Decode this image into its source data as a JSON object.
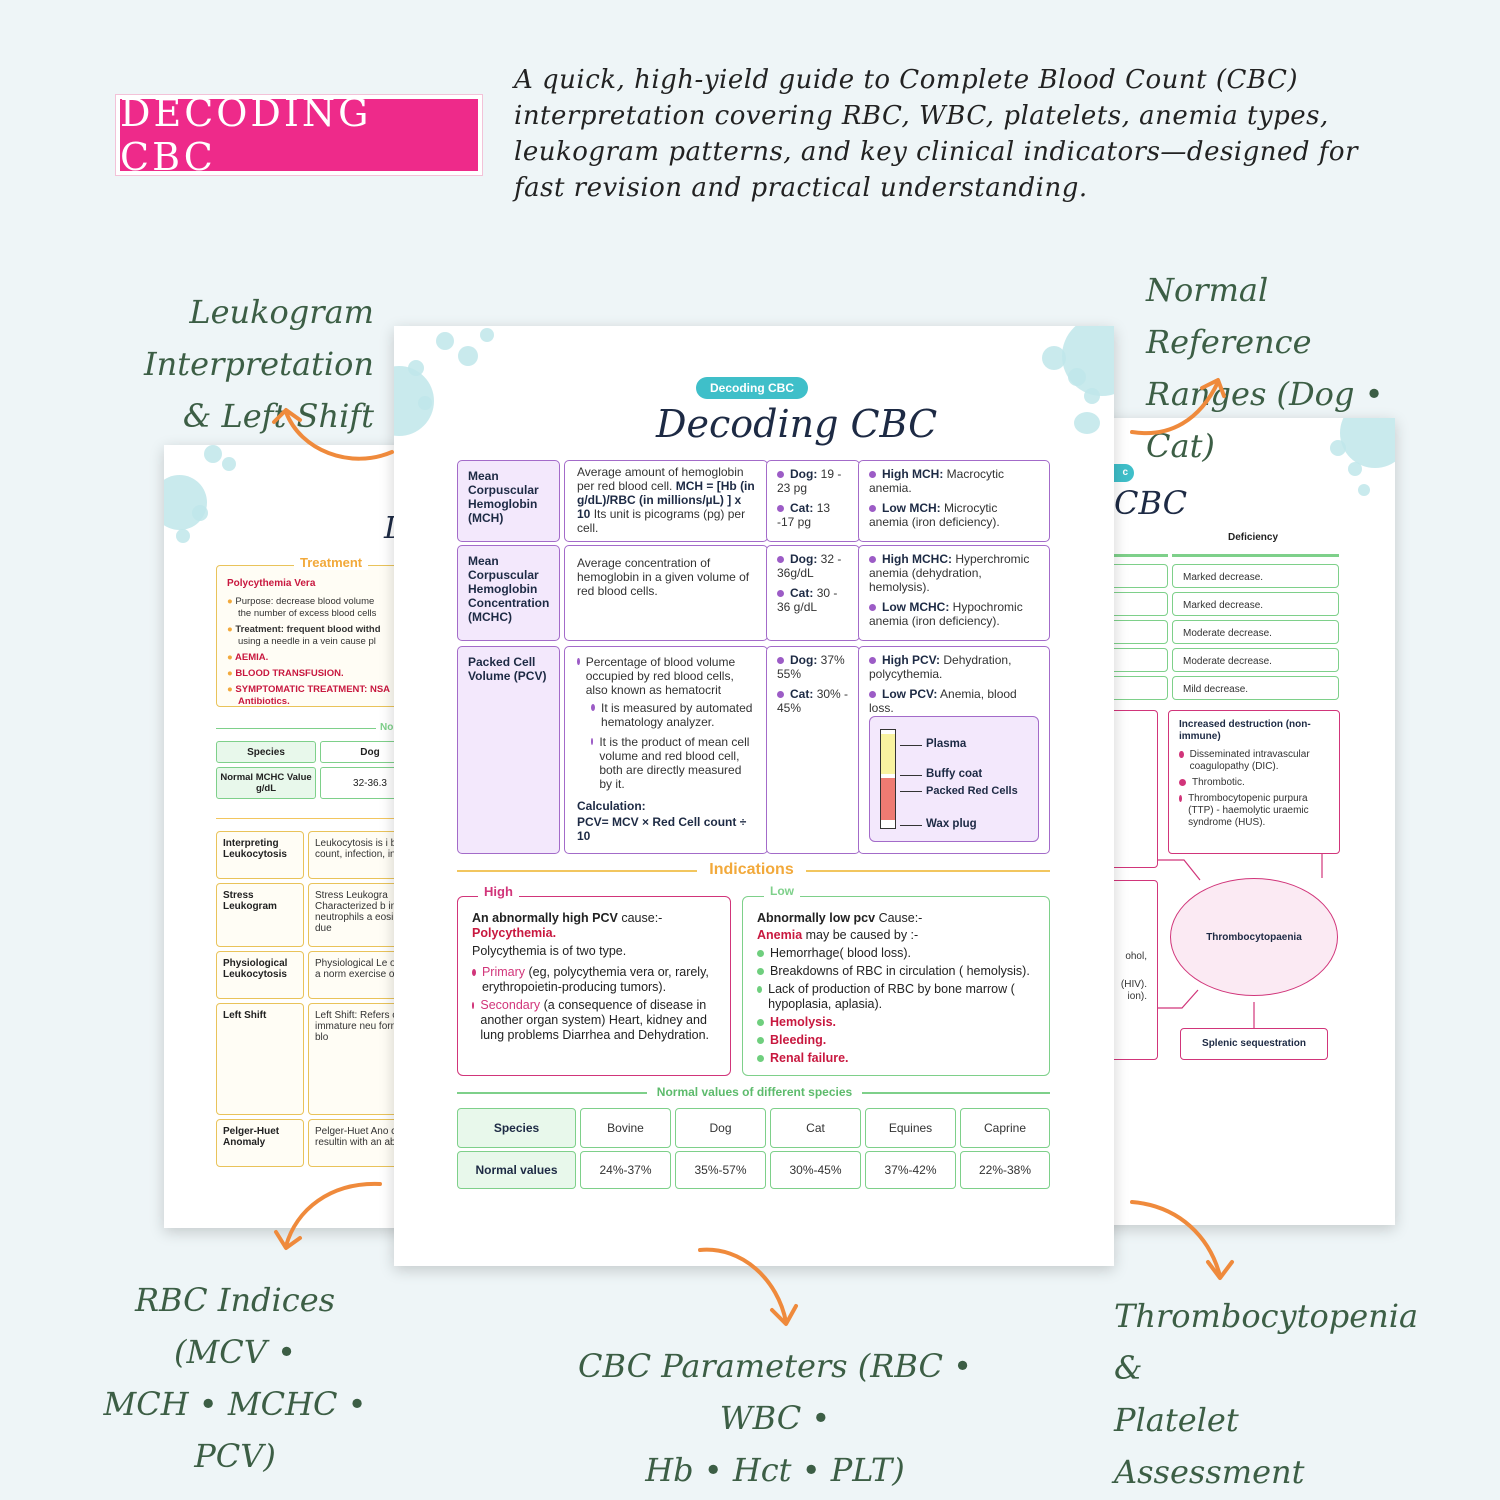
{
  "header": {
    "badge": "DECODING CBC",
    "intro": "A quick, high-yield guide to Complete Blood Count (CBC) interpretation covering RBC, WBC, platelets, anemia types, leukogram patterns, and key clinical indicators—designed for fast revision and practical understanding."
  },
  "callouts": {
    "leukogram_1": "Leukogram Interpretation",
    "leukogram_2": "& Left Shift",
    "normal_1": "Normal Reference",
    "normal_2": "Ranges (Dog • Cat)",
    "rbc_1": "RBC Indices (MCV •",
    "rbc_2": "MCH • MCHC • PCV)",
    "cbc_1": "CBC Parameters (RBC • WBC •",
    "cbc_2": "Hb • Hct • PLT)",
    "thrombo_1": "Thrombocytopenia &",
    "thrombo_2": "Platelet Assessment"
  },
  "left_sheet": {
    "title_fragment": "D",
    "treatment_label": "Treatment",
    "pv_title": "Polycythemia Vera",
    "items": [
      "Purpose: decrease blood volume",
      "the number of excess blood cells",
      "Treatment: frequent blood withd",
      "using a needle in a vein cause pl",
      "AEMIA.",
      "BLOOD TRANSFUSION.",
      "SYMPTOMATIC TREATMENT: NSA",
      "Antibiotics."
    ],
    "no_label": "No",
    "species_label": "Species",
    "dog_label": "Dog",
    "mchc_label": "Normal MCHC Value g/dL",
    "mchc_value": "32-36.3",
    "rows": [
      {
        "name": "Interpreting Leukocytosis",
        "text": "Leukocytosis is i blood cell count, infection, inflamm"
      },
      {
        "name": "Stress Leukogram",
        "text": "Stress Leukogra Characterized b in neutrophils a eosinophils due"
      },
      {
        "name": "Physiological Leukocytosis",
        "text": "Physiological Le occurs as a norm exercise or excit"
      },
      {
        "name": "Left Shift",
        "text": "Left Shift: Refers of immature neu forms) in the blo"
      },
      {
        "name": "Pelger-Huet Anomaly",
        "text": "Pelger-Huet Ano condition resultin with an abnorm"
      }
    ]
  },
  "main_sheet": {
    "pill": "Decoding CBC",
    "title": "Decoding CBC",
    "mch": {
      "name": "Mean Corpuscular Hemoglobin (MCH)",
      "desc": "Average amount of hemoglobin per red blood cell.",
      "formula": "MCH = [Hb (in g/dL)/RBC (in millions/µL) ] x 10",
      "unit": "Its unit is picograms (pg) per cell.",
      "dog": "Dog:",
      "dog_val": "19 - 23 pg",
      "cat": "Cat:",
      "cat_val": "13 -17 pg",
      "high": "High MCH:",
      "high_text": "Macrocytic anemia.",
      "low": "Low MCH:",
      "low_text": "Microcytic anemia (iron deficiency)."
    },
    "mchc": {
      "name": "Mean Corpuscular Hemoglobin Concentration (MCHC)",
      "desc": "Average concentration of hemoglobin in a given volume of red blood cells.",
      "dog": "Dog:",
      "dog_val": "32 - 36g/dL",
      "cat": "Cat:",
      "cat_val": "30 - 36 g/dL",
      "high": "High MCHC:",
      "high_text": "Hyperchromic anemia (dehydration, hemolysis).",
      "low": "Low MCHC:",
      "low_text": "Hypochromic anemia (iron deficiency)."
    },
    "pcv": {
      "name": "Packed Cell Volume (PCV)",
      "desc1": "Percentage of blood volume occupied by red blood cells, also known as hematocrit",
      "desc2": "It is measured by automated hematology analyzer.",
      "desc3": "It is the product of mean cell volume and red blood cell, both are directly measured by it.",
      "calc_label": "Calculation:",
      "calc": "PCV= MCV × Red Cell count ÷ 10",
      "dog": "Dog:",
      "dog_val": "37% 55%",
      "cat": "Cat:",
      "cat_val": "30% - 45%",
      "high": "High PCV:",
      "high_text": "Dehydration, polycythemia.",
      "low": "Low PCV:",
      "low_text": "Anemia, blood loss.",
      "tube": {
        "plasma": "Plasma",
        "buffy": "Buffy coat",
        "packed": "Packed Red Cells",
        "wax": "Wax plug"
      }
    },
    "indications": {
      "title": "Indications",
      "high_tag": "High",
      "low_tag": "Low",
      "high_lead": "An abnormally high PCV",
      "high_lead_suffix": " cause:-",
      "high_cause": "Polycythemia.",
      "high_types": "Polycythemia is of two type.",
      "primary": "Primary",
      "primary_text": " (eg, polycythemia vera or, rarely, erythropoietin-producing tumors).",
      "secondary": "Secondary",
      "secondary_text": " (a consequence of disease in another organ system) Heart, kidney and lung problems Diarrhea and Dehydration.",
      "low_lead": "Abnormally low pcv",
      "low_lead_suffix": " Cause:-",
      "low_cause": "Anemia",
      "low_cause_suffix": " may be caused by :-",
      "low_items": [
        "Hemorrhage( blood loss).",
        "Breakdowns of RBC in circulation ( hemolysis).",
        "Lack of production of RBC by bone marrow ( hypoplasia, aplasia)."
      ],
      "low_bold": [
        "Hemolysis.",
        "Bleeding.",
        "Renal failure."
      ]
    },
    "normal_values": {
      "title": "Normal values of different species",
      "species_label": "Species",
      "values_label": "Normal values",
      "species": [
        "Bovine",
        "Dog",
        "Cat",
        "Equines",
        "Caprine"
      ],
      "values": [
        "24%-37%",
        "35%-57%",
        "30%-45%",
        "37%-42%",
        "22%-38%"
      ]
    }
  },
  "right_sheet": {
    "pill_fragment": "c",
    "title_fragment": "CBC",
    "deficiency": "Deficiency",
    "rows": [
      "Marked decrease.",
      "Marked decrease.",
      "Moderate decrease.",
      "Moderate decrease.",
      "Mild decrease."
    ],
    "destruction_title": "Increased destruction (non-immune)",
    "destruction_items": [
      "Disseminated intravascular coagulopathy (DIC).",
      "Thrombotic.",
      "Thrombocytopenic purpura (TTP) - haemolytic uraemic syndrome (HUS)."
    ],
    "center": "Thrombocytopaenia",
    "splenic": "Splenic sequestration",
    "frag1": "ohol,",
    "frag2": "(HIV).",
    "frag3": "ion)."
  }
}
